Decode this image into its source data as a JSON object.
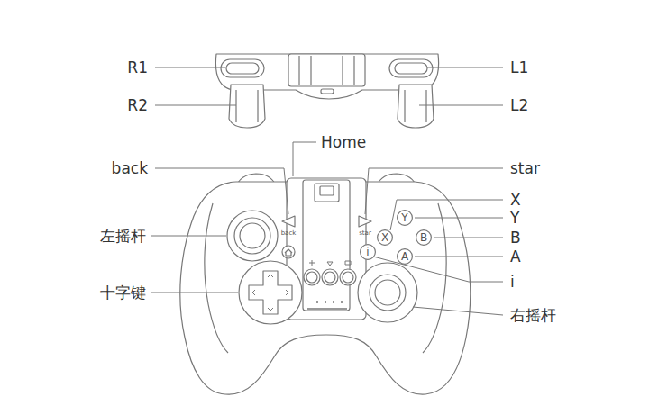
{
  "diagram": {
    "nodes": [
      {
        "text": [
          "Y"
        ]
      },
      {
        "text": [
          "X"
        ]
      },
      {
        "text": [
          "B"
        ]
      },
      {
        "text": [
          "i"
        ]
      },
      {
        "text": [
          "A"
        ]
      }
    ],
    "labels": [
      "R1",
      "R2",
      "L1",
      "L2",
      "Home",
      "back",
      "star",
      "X",
      "Y",
      "左摇杆",
      "B",
      "A",
      "十字键",
      "i",
      "右摇杆",
      "back",
      "star"
    ]
  }
}
